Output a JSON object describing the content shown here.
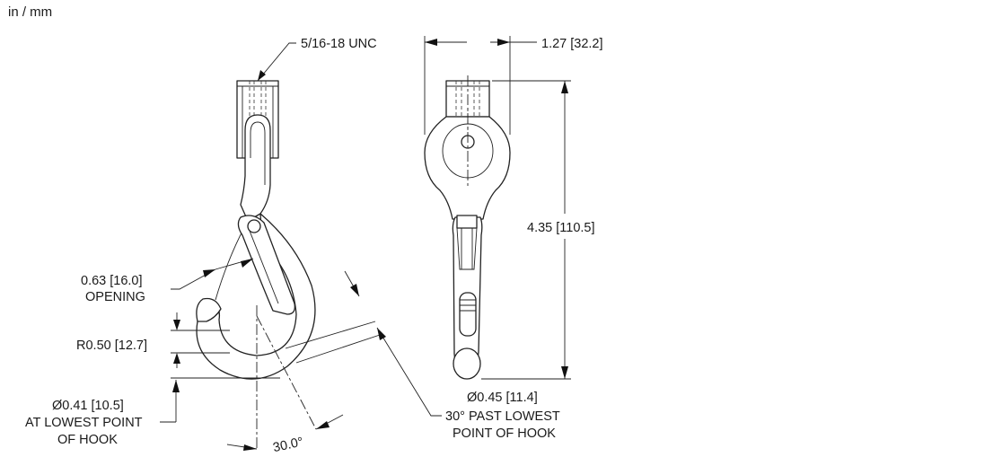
{
  "units_label": "in / mm",
  "annotations": {
    "thread": "5/16-18 UNC",
    "width": "1.27 [32.2]",
    "height": "4.35 [110.5]",
    "opening_value": "0.63 [16.0]",
    "opening_label": "OPENING",
    "radius": "R0.50 [12.7]",
    "lowest_dia_value": "Ø0.41 [10.5]",
    "lowest_dia_line2": "AT LOWEST POINT",
    "lowest_dia_line3": "OF HOOK",
    "past_dia_value": "Ø0.45 [11.4]",
    "past_dia_line2": "30° PAST LOWEST",
    "past_dia_line3": "POINT OF HOOK",
    "angle": "30.0°"
  },
  "colors": {
    "line": "#222222",
    "background": "#ffffff"
  }
}
